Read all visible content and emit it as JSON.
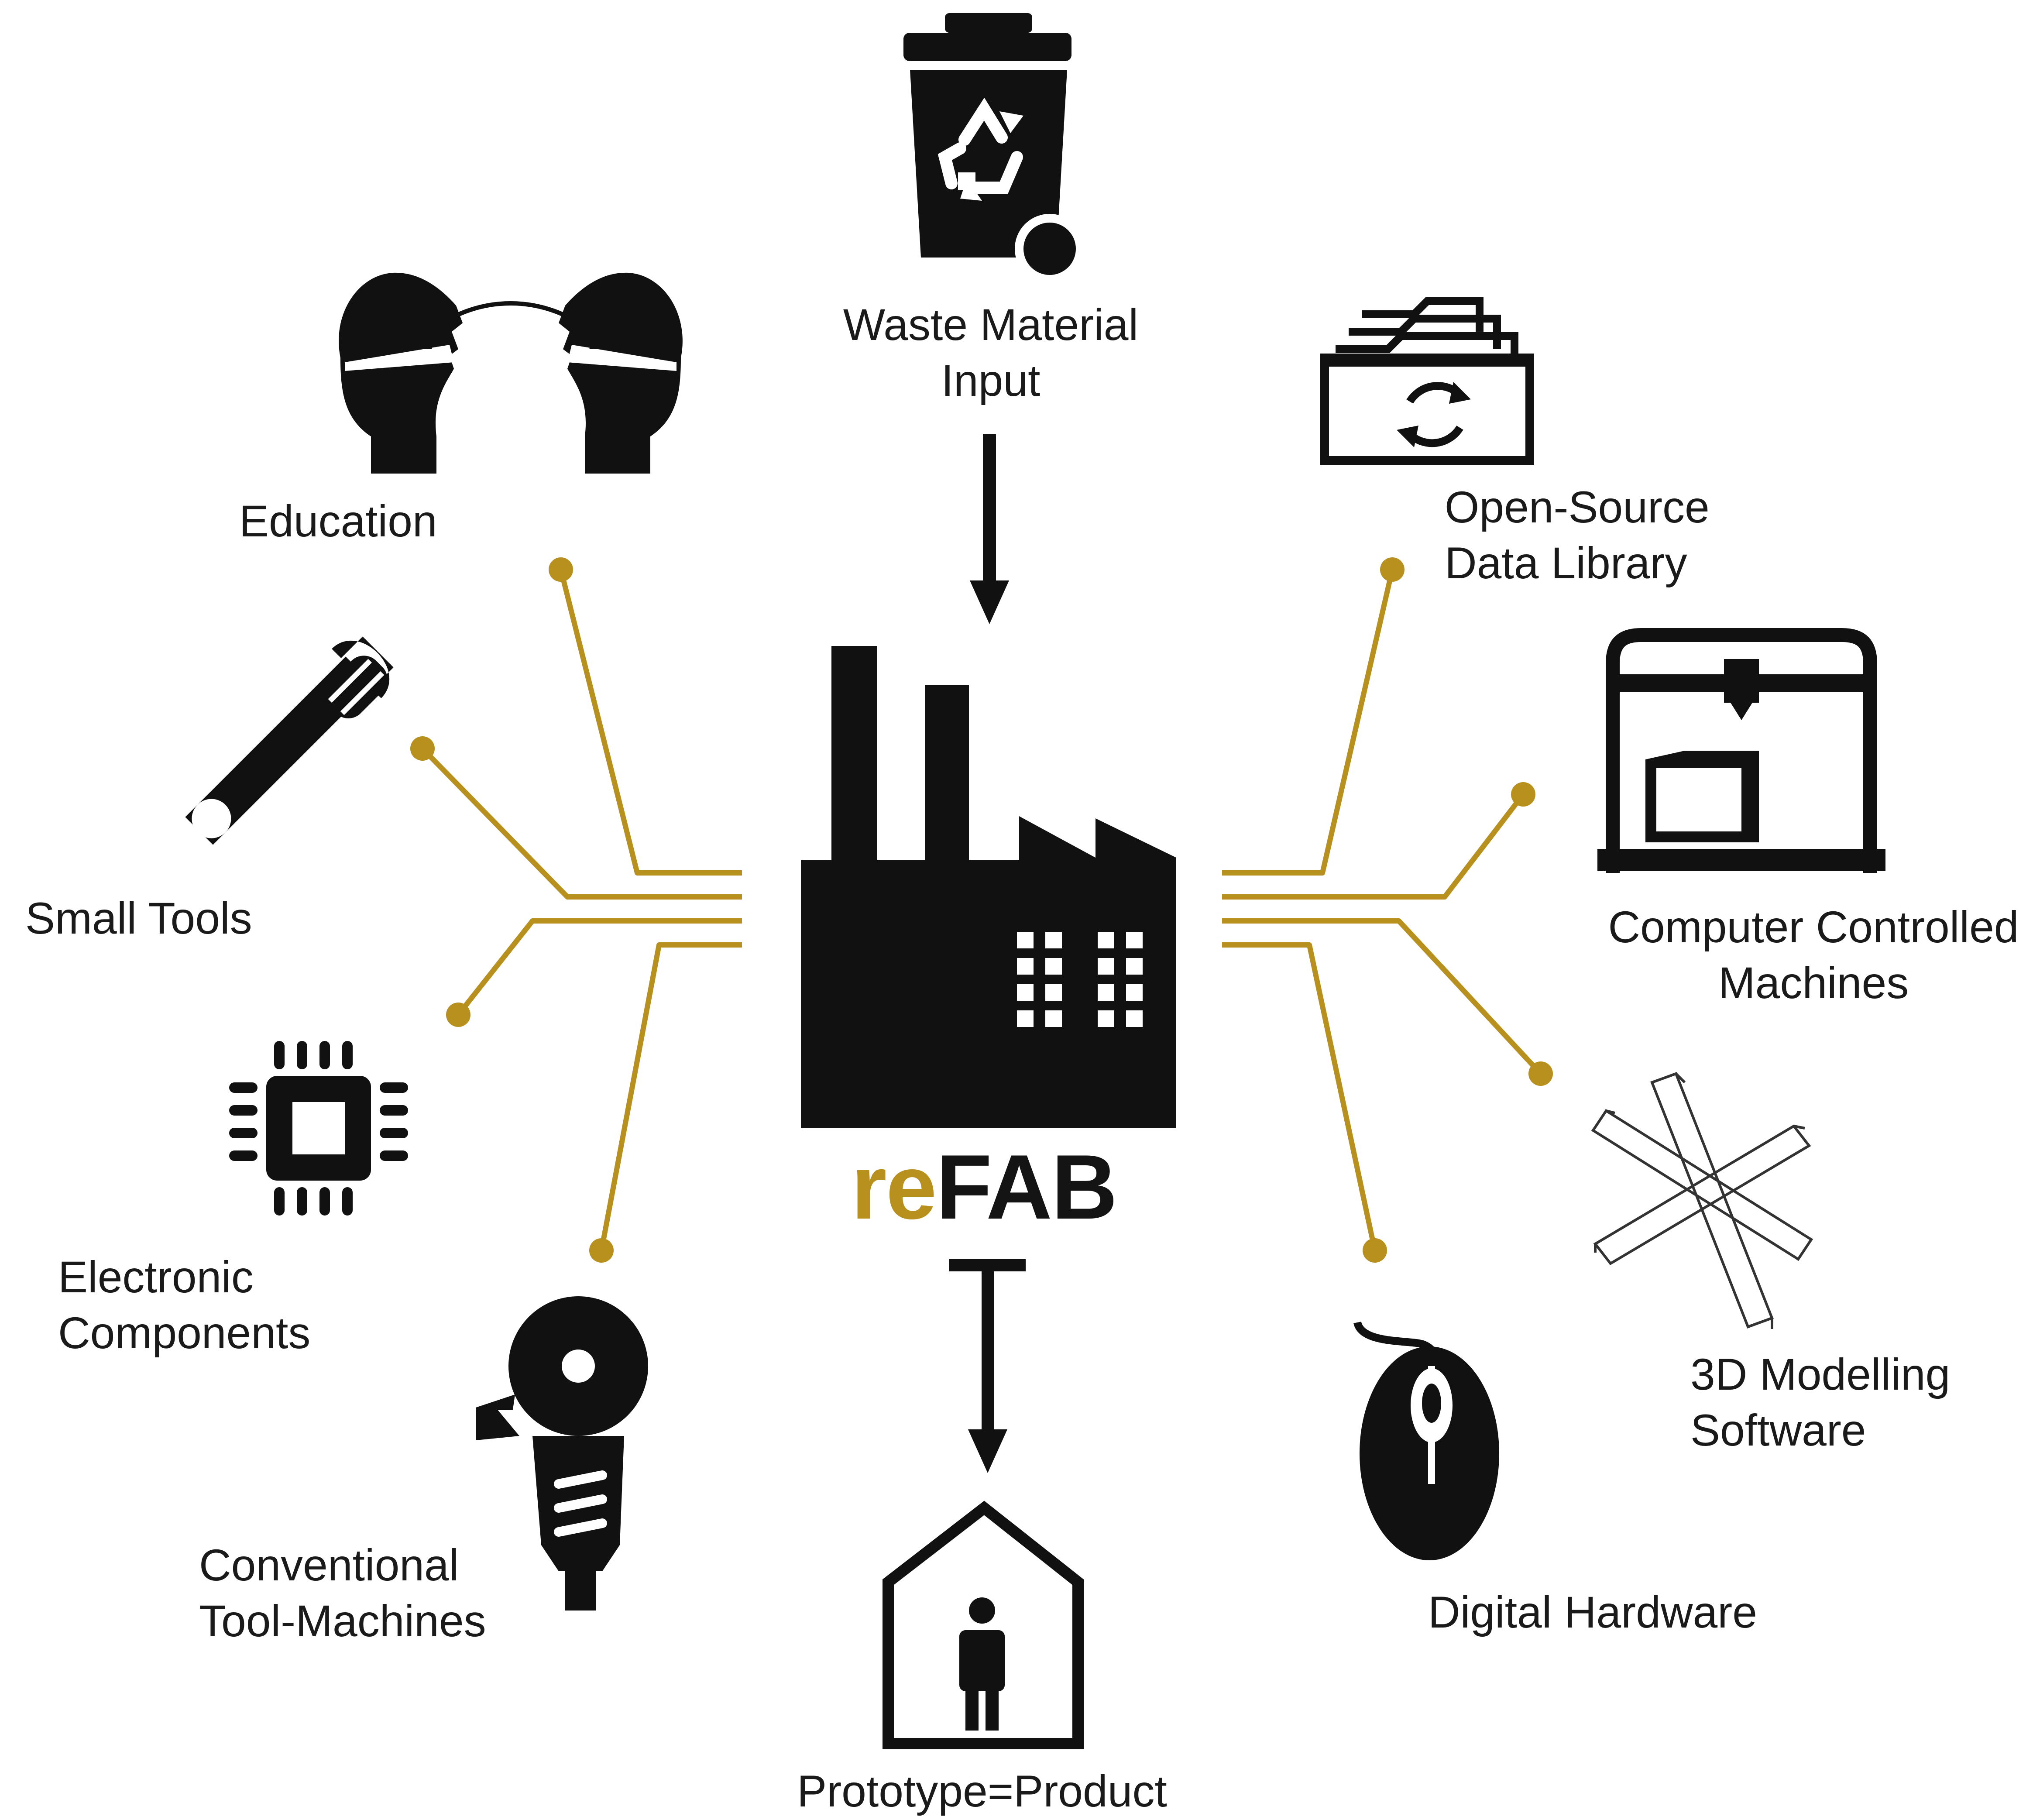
{
  "brand": {
    "prefix": "re",
    "suffix": "FAB"
  },
  "colors": {
    "accent": "#b8901e",
    "ink": "#111111",
    "background": "#ffffff"
  },
  "labels": {
    "waste_material_input": [
      "Waste Material",
      "Input"
    ],
    "education": "Education",
    "open_source_data_library": [
      "Open-Source",
      "Data Library"
    ],
    "small_tools": "Small Tools",
    "computer_controlled_machines": [
      "Computer Controlled",
      "Machines"
    ],
    "electronic_components": [
      "Electronic",
      "Components"
    ],
    "3d_modelling_software": [
      "3D Modelling",
      "Software"
    ],
    "conventional_tool_machines": [
      "Conventional",
      "Tool-Machines"
    ],
    "digital_hardware": "Digital Hardware",
    "prototype_product": "Prototype=Product"
  },
  "icons": {
    "waste": "recycling-bin-icon",
    "education": "two-heads-exchange-icon",
    "data_library": "file-box-sync-icon",
    "small_tools": "wrench-screwdriver-icon",
    "cnc": "3d-printer-icon",
    "electronics": "microchip-icon",
    "modelling": "3d-axes-icon",
    "tool_machines": "angle-grinder-icon",
    "hardware": "mouse-icon",
    "product": "house-person-icon",
    "center": "factory-icon"
  }
}
